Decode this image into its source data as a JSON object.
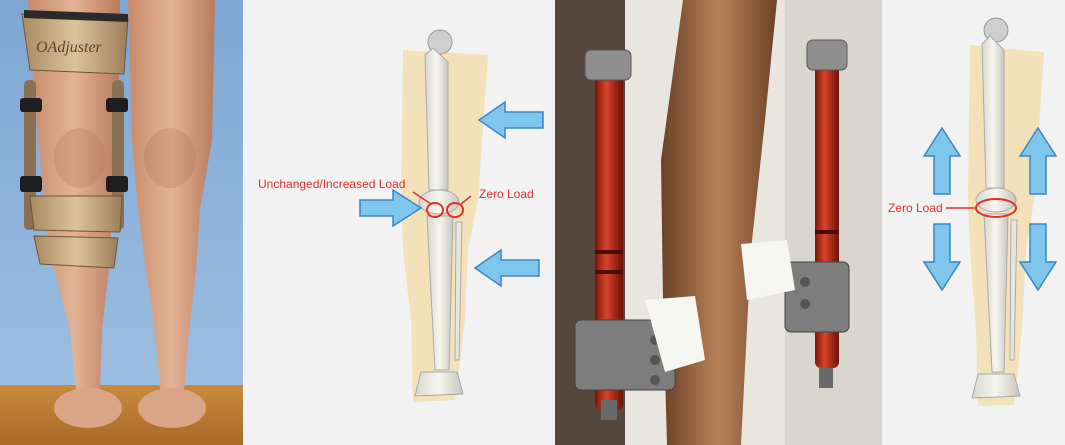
{
  "photo_brace": {
    "brace_logo": "OAdjuster"
  },
  "diagram_brace": {
    "label_left": "Unchanged/Increased Load",
    "label_right": "Zero Load",
    "arrow_color": "#7fc6ec",
    "label_color": "#e03030"
  },
  "photo_fixator": {},
  "diagram_distraction": {
    "label": "Zero Load",
    "arrow_color": "#7fc6ec",
    "label_color": "#e03030"
  }
}
